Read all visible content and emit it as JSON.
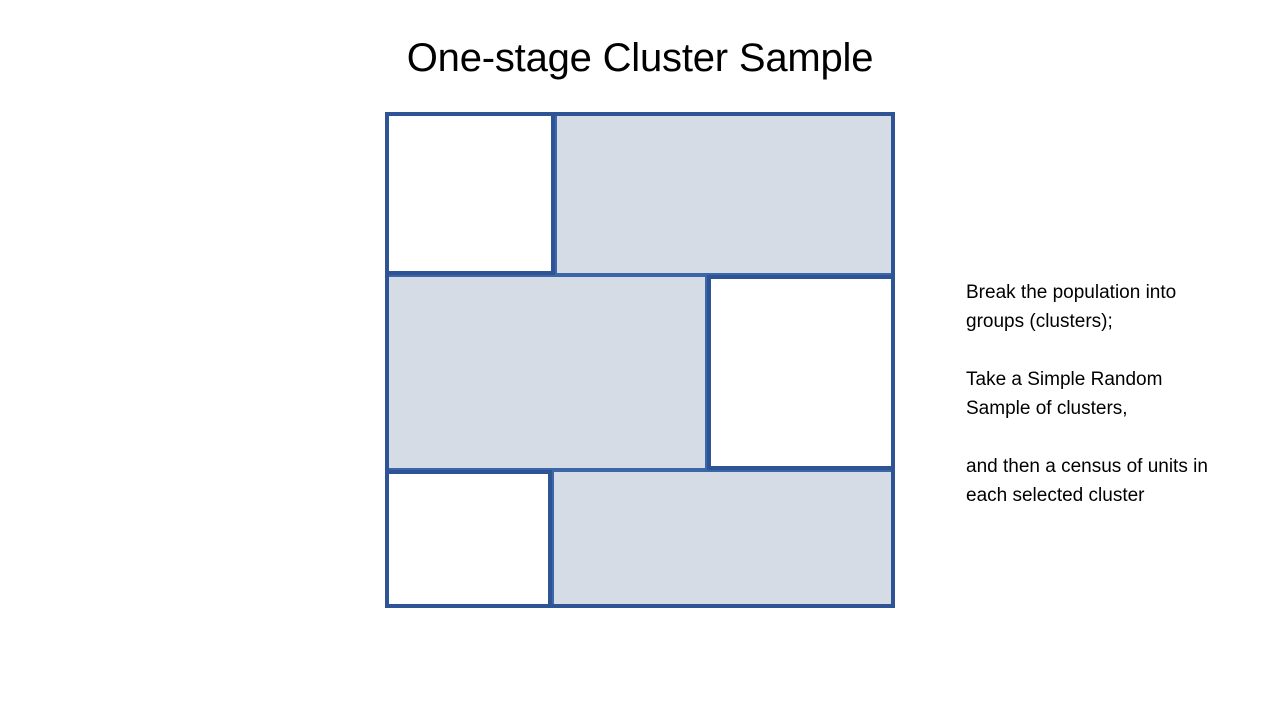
{
  "slide": {
    "title": "One-stage Cluster Sample",
    "background_color": "#FFFFFF"
  },
  "diagram": {
    "name": "one-stage-cluster-sample-diagram",
    "border_color": "#2E5496",
    "inner_border_color": "#3B67A8",
    "unselected_fill": "#D6DCE5",
    "selected_fill": "#FFFFFF",
    "rows": [
      {
        "row_label": "cluster-row-1",
        "cells": [
          {
            "label": "cluster-1-a",
            "state": "selected"
          },
          {
            "label": "cluster-1-b",
            "state": "unselected"
          }
        ]
      },
      {
        "row_label": "cluster-row-2",
        "cells": [
          {
            "label": "cluster-2-a",
            "state": "unselected"
          },
          {
            "label": "cluster-2-b",
            "state": "selected"
          }
        ]
      },
      {
        "row_label": "cluster-row-3",
        "cells": [
          {
            "label": "cluster-3-a",
            "state": "selected"
          },
          {
            "label": "cluster-3-b",
            "state": "unselected"
          }
        ]
      }
    ]
  },
  "description": {
    "paragraphs": [
      "Break the population into groups (clusters);",
      "Take a Simple Random Sample of clusters,",
      "and then a census of units in each selected cluster"
    ]
  }
}
